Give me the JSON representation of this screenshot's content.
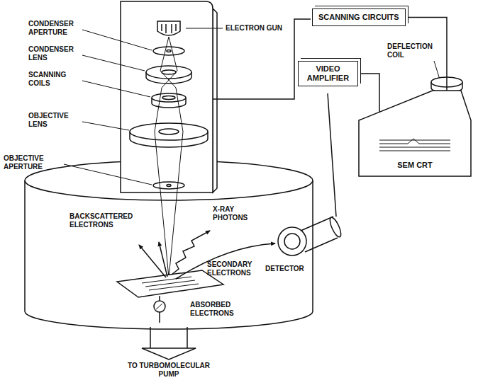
{
  "diagram": {
    "nodes": [
      {
        "text": [
          "SCANNING CIRCUITS"
        ]
      },
      {
        "text": [
          "VIDEO AMPLIFIER"
        ]
      },
      {
        "text": [
          "SEM CRT"
        ]
      }
    ],
    "edges": [
      {
        "from": 0,
        "to": 2,
        "arrow": "none"
      },
      {
        "from": 1,
        "to": 2,
        "arrow": "none"
      }
    ],
    "labels": [
      "ELECTRON GUN",
      "CONDENSER APERTURE",
      "CONDENSER LENS",
      "SCANNING COILS",
      "OBJECTIVE LENS",
      "OBJECTIVE APERTURE",
      "BACKSCATTERED ELECTRONS",
      "X-RAY PHOTONS",
      "SECONDARY ELECTRONS",
      "DETECTOR",
      "ABSORBED ELECTRONS",
      "TO TURBOMOLECULAR PUMP",
      "DEFLECTION COIL"
    ]
  }
}
